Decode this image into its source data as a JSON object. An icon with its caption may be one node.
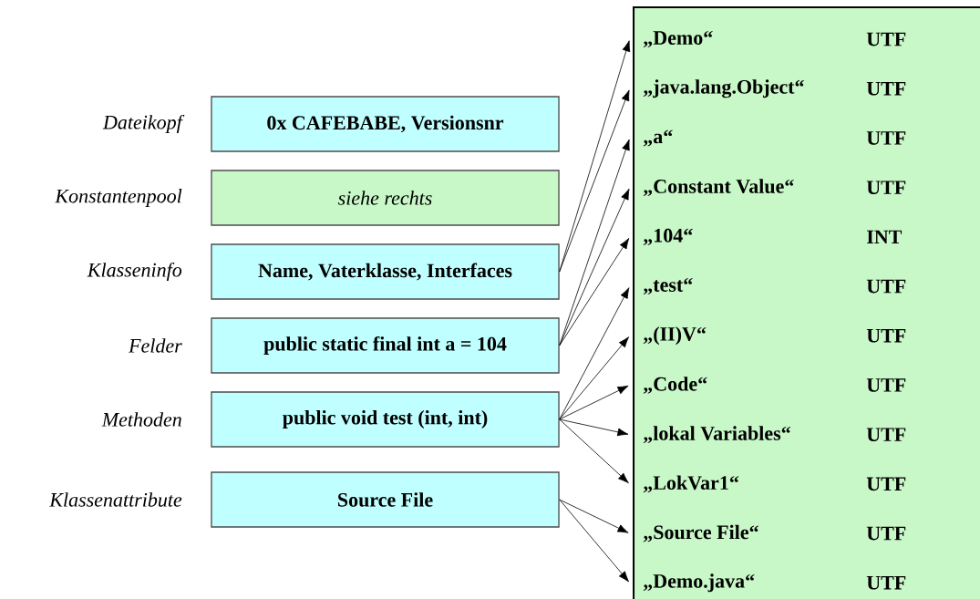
{
  "diagram": {
    "nodes": [
      {
        "text": [
          "0x CAFEBABE, Versionsnr"
        ],
        "beside": [
          "Dateikopf"
        ]
      },
      {
        "text": [
          "siehe rechts"
        ],
        "beside": [
          "Konstantenpool"
        ]
      },
      {
        "text": [
          "Name, Vaterklasse, Interfaces"
        ],
        "beside": [
          "Klasseninfo"
        ]
      },
      {
        "text": [
          "public static final int a = 104"
        ],
        "beside": [
          "Felder"
        ]
      },
      {
        "text": [
          "public void test (int, int)"
        ],
        "beside": [
          "Methoden"
        ]
      },
      {
        "text": [
          "Source File"
        ],
        "beside": [
          "Klassenattribute"
        ]
      },
      {
        "text": [],
        "shape": "box"
      },
      {
        "text": [
          "„Demo“",
          "UTF"
        ],
        "in": 6
      },
      {
        "text": [
          "„java.lang.Object“",
          "UTF"
        ],
        "in": 6
      },
      {
        "text": [
          "„a“",
          "UTF"
        ],
        "in": 6
      },
      {
        "text": [
          "„Constant Value“",
          "UTF"
        ],
        "in": 6
      },
      {
        "text": [
          "„104“",
          "INT"
        ],
        "in": 6
      },
      {
        "text": [
          "„test“",
          "UTF"
        ],
        "in": 6
      },
      {
        "text": [
          "„(II)V“",
          "UTF"
        ],
        "in": 6
      },
      {
        "text": [
          "„Code“",
          "UTF"
        ],
        "in": 6
      },
      {
        "text": [
          "„lokal Variables“",
          "UTF"
        ],
        "in": 6
      },
      {
        "text": [
          "„LokVar1“",
          "UTF"
        ],
        "in": 6
      },
      {
        "text": [
          "„Source File“",
          "UTF"
        ],
        "in": 6
      },
      {
        "text": [
          "„Demo.java“",
          "UTF"
        ],
        "in": 6
      }
    ],
    "edges": [
      {
        "from": 2,
        "to": 7,
        "arrow": "to"
      },
      {
        "from": 2,
        "to": 8,
        "arrow": "to"
      },
      {
        "from": 3,
        "to": 9,
        "arrow": "to"
      },
      {
        "from": 3,
        "to": 10,
        "arrow": "to"
      },
      {
        "from": 3,
        "to": 11,
        "arrow": "to"
      },
      {
        "from": 4,
        "to": 12,
        "arrow": "to"
      },
      {
        "from": 4,
        "to": 13,
        "arrow": "to"
      },
      {
        "from": 4,
        "to": 14,
        "arrow": "to"
      },
      {
        "from": 4,
        "to": 15,
        "arrow": "to"
      },
      {
        "from": 4,
        "to": 16,
        "arrow": "to"
      },
      {
        "from": 5,
        "to": 17,
        "arrow": "to"
      },
      {
        "from": 5,
        "to": 18,
        "arrow": "to"
      }
    ]
  }
}
